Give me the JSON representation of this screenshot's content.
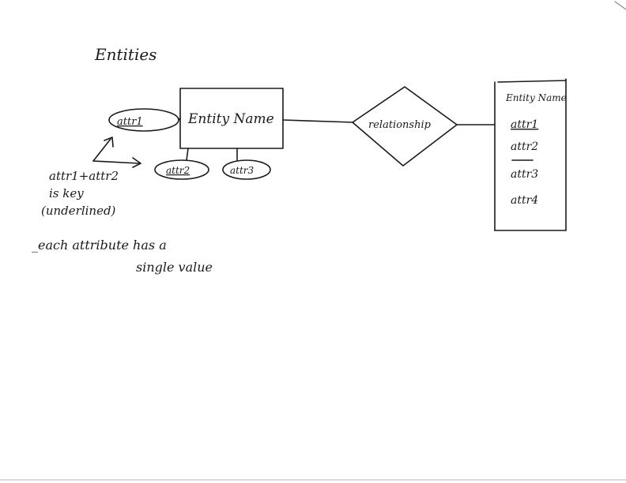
{
  "diagram": {
    "heading": "Entities",
    "entity_left": {
      "name": "Entity Name"
    },
    "attributes_left": [
      {
        "label": "attr1",
        "key": true
      },
      {
        "label": "attr2",
        "key": true
      },
      {
        "label": "attr3",
        "key": false
      }
    ],
    "relationship": {
      "label": "relationship"
    },
    "entity_right": {
      "name": "Entity Name",
      "attributes": [
        "attr1",
        "attr2",
        "attr3",
        "attr4"
      ]
    },
    "notes": {
      "key_note_line1": "attr1+attr2",
      "key_note_line2": "is key",
      "key_note_line3": "(underlined)",
      "rule_line1": "_each attribute has a",
      "rule_line2": "single value"
    }
  }
}
